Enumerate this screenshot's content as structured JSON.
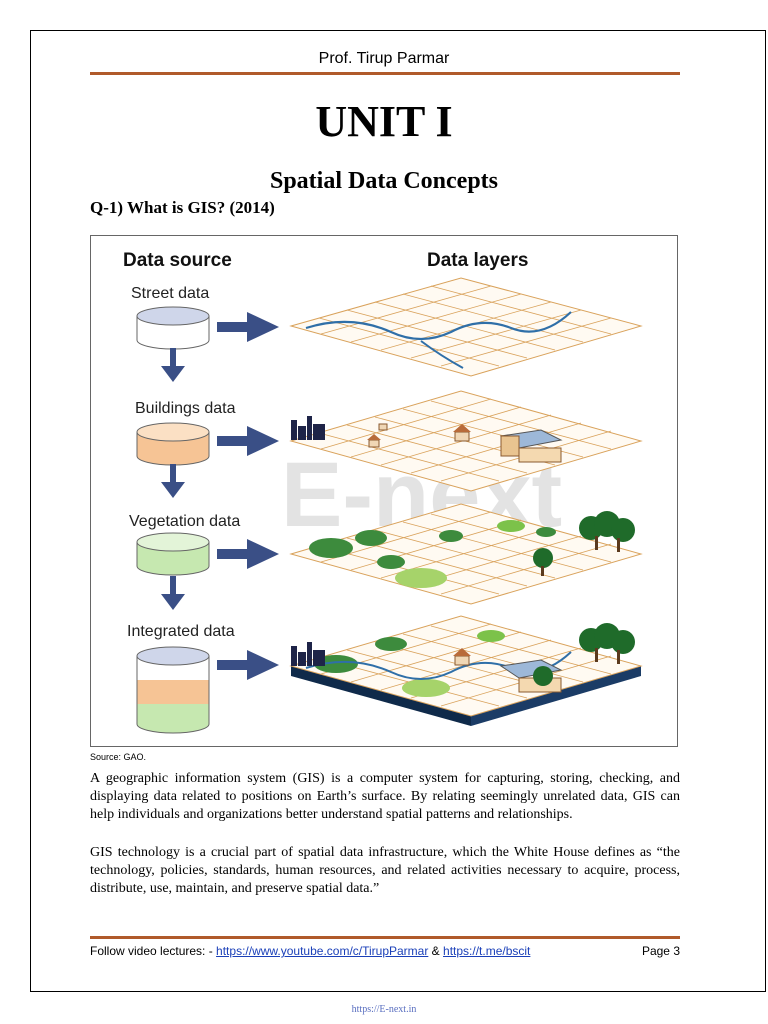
{
  "header": {
    "author": "Prof. Tirup Parmar"
  },
  "unit_title": "UNIT I",
  "subtitle": "Spatial Data Concepts",
  "question": "Q-1) What is GIS? (2014)",
  "figure": {
    "left_heading": "Data source",
    "right_heading": "Data layers",
    "sources": [
      "Street data",
      "Buildings data",
      "Vegetation data",
      "Integrated data"
    ],
    "watermark": "E-next",
    "colors": {
      "arrow": "#3a4f86",
      "grid": "#d9a25b",
      "road": "#2f6fa8",
      "building_cyl": "#f2b27a",
      "veg_cyl": "#b8e0a0",
      "tree": "#2e7d32"
    }
  },
  "source_note": "Source: GAO.",
  "paragraphs": [
    "A geographic information system (GIS) is a computer system for capturing, storing, checking, and displaying data related to positions on Earth’s surface. By relating seemingly unrelated data, GIS can help individuals and organizations better understand spatial patterns and relationships.",
    "GIS technology is a crucial part of spatial data infrastructure, which the White House defines as “the technology, policies, standards, human resources, and related activities necessary to acquire, process, distribute, use, maintain, and preserve spatial data.”"
  ],
  "footer": {
    "prefix": "Follow video lectures: - ",
    "link1": "https://www.youtube.com/c/TirupParmar",
    "amp": " & ",
    "link2": "https://t.me/bscit",
    "page": "Page 3"
  },
  "site_url": "https://E-next.in"
}
